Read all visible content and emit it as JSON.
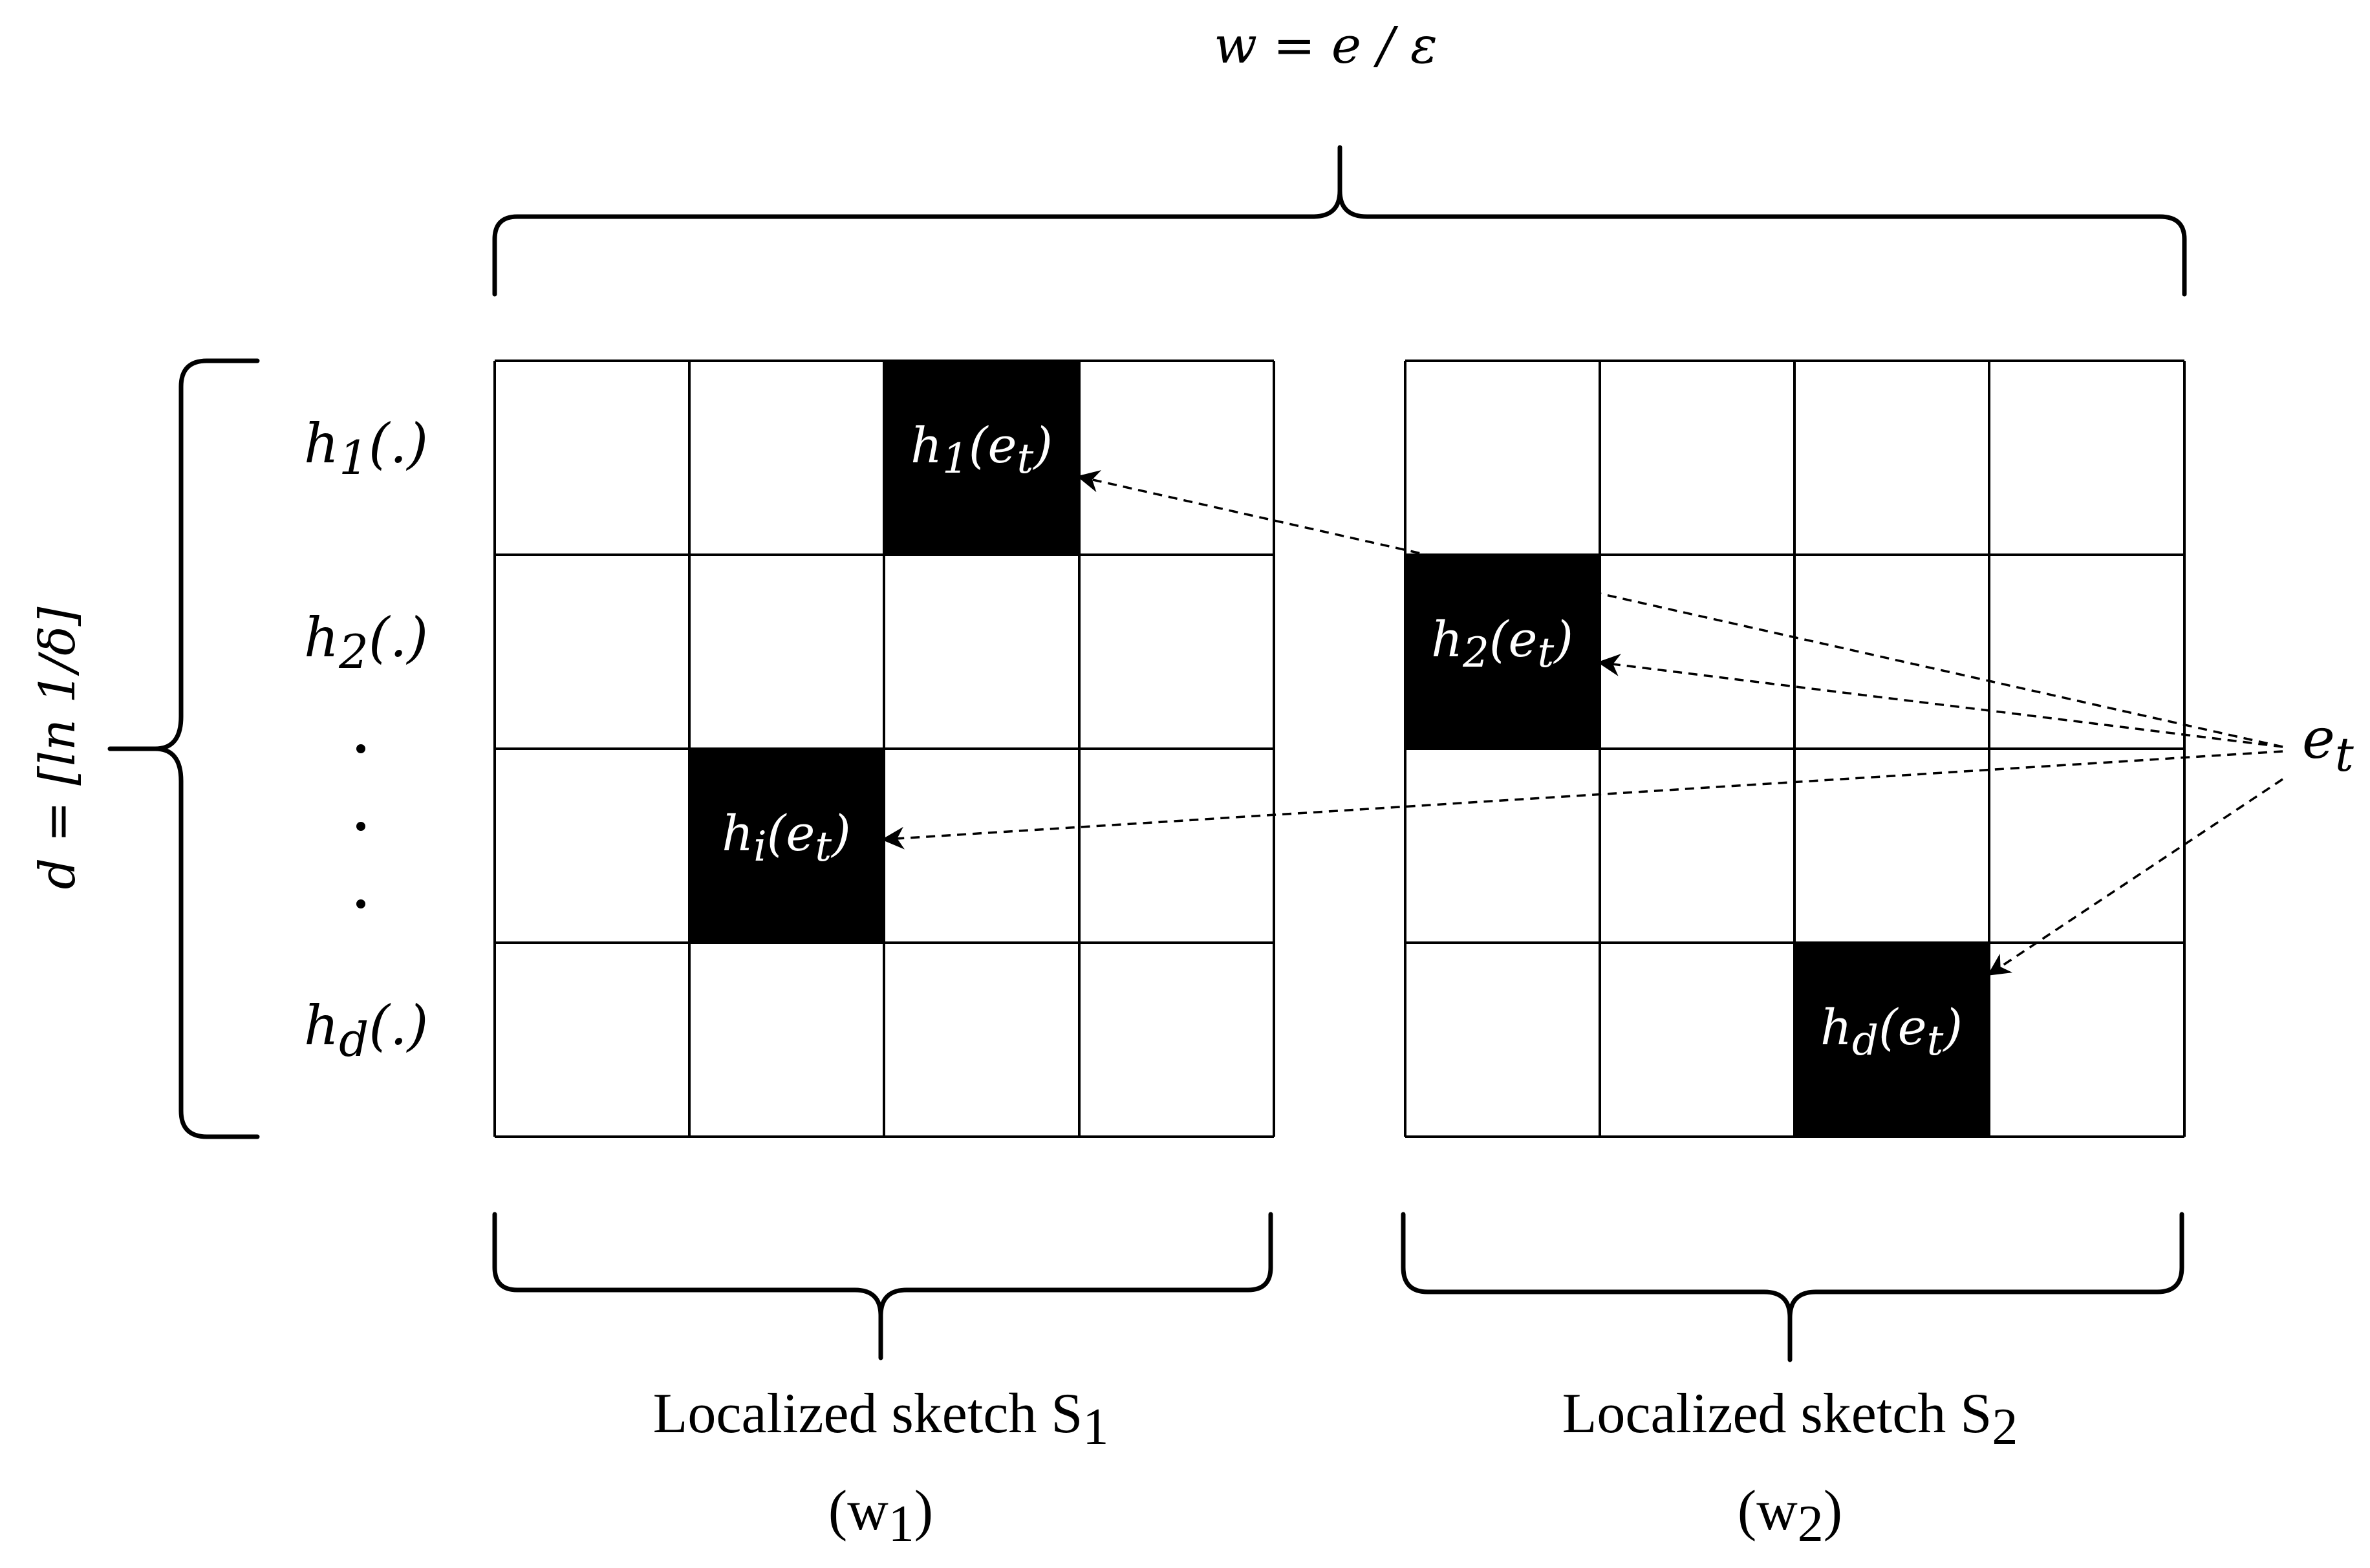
{
  "top_label": "w = e / ε",
  "side_label": "d = [ln 1/δ]",
  "row_labels": [
    {
      "base": "h",
      "sub": "1",
      "tail": "(.)"
    },
    {
      "base": "h",
      "sub": "2",
      "tail": "(.)"
    },
    {
      "base": "h",
      "sub": "d",
      "tail": "(.)"
    }
  ],
  "ellipsis": ".",
  "cells": [
    {
      "base": "h",
      "sub": "1",
      "mid": "(e",
      "sub2": "t",
      "tail": ")"
    },
    {
      "base": "h",
      "sub": "i",
      "mid": "(e",
      "sub2": "t",
      "tail": ")"
    },
    {
      "base": "h",
      "sub": "2",
      "mid": "(e",
      "sub2": "t",
      "tail": ")"
    },
    {
      "base": "h",
      "sub": "d",
      "mid": "(e",
      "sub2": "t",
      "tail": ")"
    }
  ],
  "source": {
    "base": "e",
    "sub": "t"
  },
  "sketches": [
    {
      "name": "Localized sketch S",
      "name_sub": "1",
      "w_open": "(w",
      "w_sub": "1",
      "w_close": ")"
    },
    {
      "name": "Localized sketch S",
      "name_sub": "2",
      "w_open": "(w",
      "w_sub": "2",
      "w_close": ")"
    }
  ]
}
